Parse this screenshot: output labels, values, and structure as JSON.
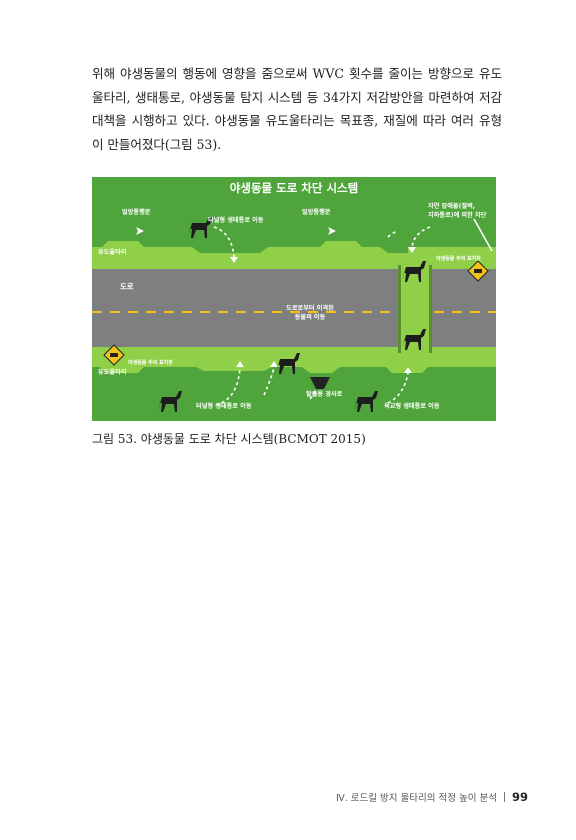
{
  "paragraph": {
    "line1": "위해 야생동물의 행동에 영향을 줌으로써 WVC 횟수를 줄이는 방향으로 유도",
    "line2": "울타리, 생태통로, 야생동물 탐지 시스템 등 34가지 저감방안을 마련하여 저감",
    "line3": "대책을 시행하고 있다. 야생동물 유도울타리는 목표종, 재질에 따라 여러 유형",
    "line4": "이 만들어졌다(그림 53)."
  },
  "figure": {
    "title": "야생동물 도로 차단 시스템",
    "labels": {
      "one_way_gate_left": "일방통행문",
      "tunnel_passage_top": "터널형 생태통로 이동",
      "one_way_gate_right": "일방통행문",
      "natural_barrier": "자연 장애물(절벽,",
      "natural_barrier_2": "지하통로)에 의한 차단",
      "guide_fence_top": "유도울타리",
      "warning_sign_top": "야생동물 주의 표지판",
      "road": "도로",
      "away_from_road": "도로로부터 이격된",
      "away_from_road_2": "동물의 이동",
      "warning_sign_bottom": "야생동물 주의 표지판",
      "guide_fence_bottom": "유도울타리",
      "escape_ramp": "탈출용 경사로",
      "tunnel_passage_bottom": "터널형 생태통로 이동",
      "overpass_passage": "육교형 생태통로 이동"
    },
    "colors": {
      "grass": "#4fa53b",
      "light_grass": "#8fd048",
      "road": "#7d7f80",
      "lane_marking": "#f2c21b",
      "sign": "#f2c21b"
    }
  },
  "caption": "그림 53. 야생동물 도로 차단 시스템(BCMOT 2015)",
  "footer": {
    "section": "Ⅳ. 로드킬 방지 울타리의 적정 높이 분석",
    "page": "99"
  }
}
